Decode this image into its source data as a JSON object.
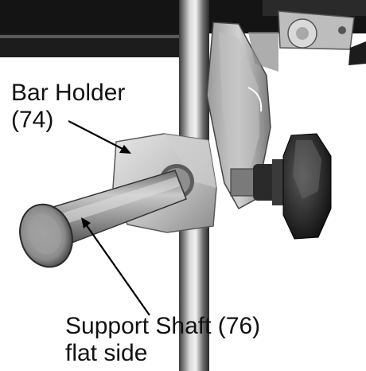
{
  "labels": {
    "bar_holder": {
      "line1": "Bar Holder",
      "line2": "(74)"
    },
    "support_shaft": {
      "line1": "Support Shaft (76)",
      "line2": "flat side"
    }
  }
}
